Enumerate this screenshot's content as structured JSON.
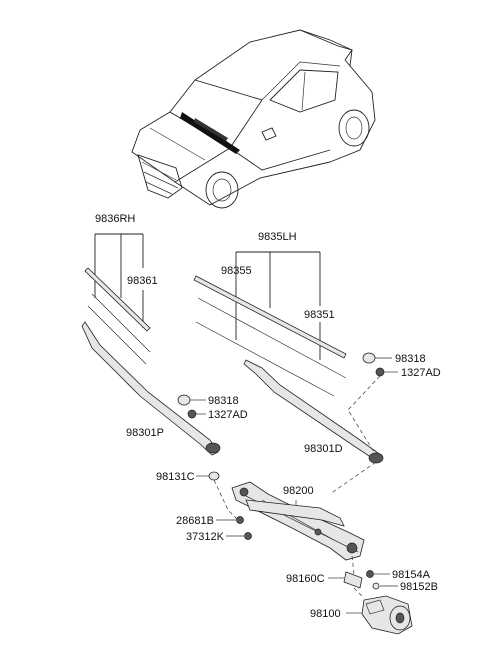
{
  "labels": {
    "rh_assembly": "9836RH",
    "rh_blade": "98361",
    "lh_assembly": "9835LH",
    "lh_blade": "98355",
    "lh_insert": "98351",
    "cap_left": "98318",
    "nut_left": "1327AD",
    "arm_rh": "98301P",
    "cap_right": "98318",
    "nut_right": "1327AD",
    "arm_lh": "98301D",
    "pivot_cap": "98131C",
    "linkage": "98200",
    "bolt_a": "28681B",
    "bolt_b": "37312K",
    "crank_nut": "98154A",
    "crank_washer": "98152B",
    "crank_arm": "98160C",
    "motor": "98100"
  }
}
